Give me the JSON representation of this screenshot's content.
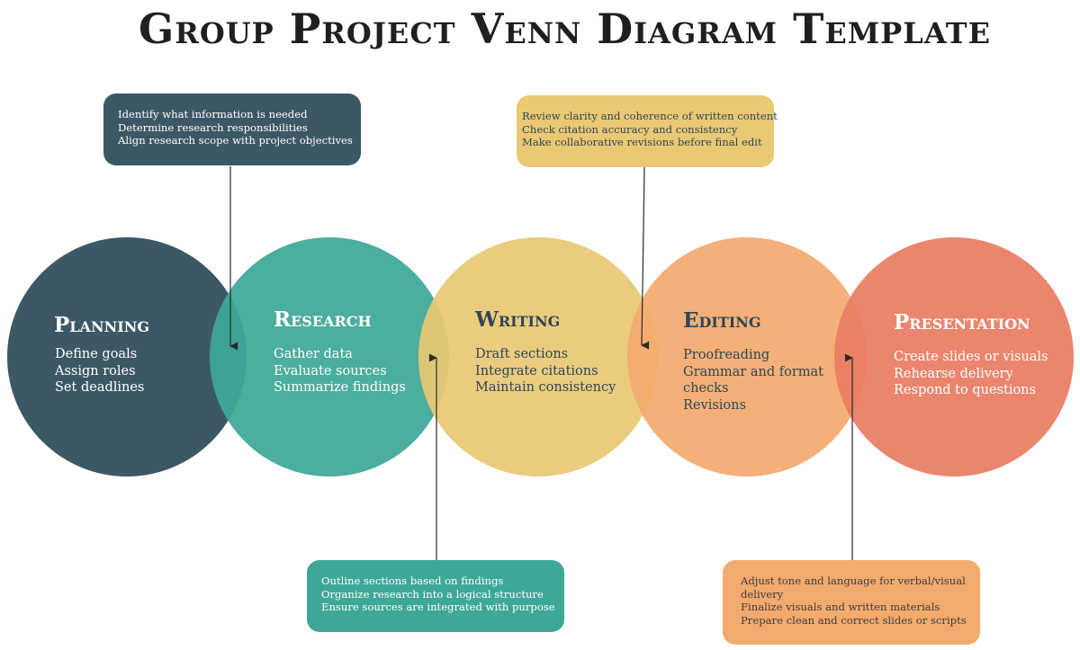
{
  "title": "Group Project Venn Diagram Template",
  "colors": {
    "planning": "#3C5865",
    "research": "#3EA898",
    "writing": "#EAC874",
    "editing": "#F3AA6E",
    "presentation": "#EA7D63",
    "arrow": "#2a2a2a",
    "dark_text": "#2d4654"
  },
  "circles": [
    {
      "title": "Planning",
      "items": [
        "Define goals",
        "Assign roles",
        "Set deadlines"
      ]
    },
    {
      "title": "Research",
      "items": [
        "Gather data",
        "Evaluate sources",
        "Summarize findings"
      ]
    },
    {
      "title": "Writing",
      "items": [
        "Draft sections",
        "Integrate citations",
        "Maintain consistency"
      ]
    },
    {
      "title": "Editing",
      "items": [
        "Proofreading",
        "Grammar and format",
        "checks",
        "Revisions"
      ]
    },
    {
      "title": "Presentation",
      "items": [
        "Create slides or visuals",
        "Rehearse delivery",
        "Respond to questions"
      ]
    }
  ],
  "callouts": [
    {
      "position": "top",
      "between": "Planning-Research",
      "lines": [
        "Identify what information is needed",
        "Determine research responsibilities",
        "Align research scope with project objectives"
      ]
    },
    {
      "position": "bottom",
      "between": "Research-Writing",
      "lines": [
        "Outline sections based on findings",
        "Organize research into a logical structure",
        "Ensure sources are integrated with purpose"
      ]
    },
    {
      "position": "top",
      "between": "Writing-Editing",
      "lines": [
        "Review clarity and coherence of written content",
        "Check citation accuracy and consistency",
        "Make collaborative revisions before final edit"
      ]
    },
    {
      "position": "bottom",
      "between": "Editing-Presentation",
      "lines": [
        "Adjust tone and language for verbal/visual",
        "delivery",
        "Finalize visuals and written materials",
        "Prepare clean and correct slides or scripts"
      ]
    }
  ]
}
